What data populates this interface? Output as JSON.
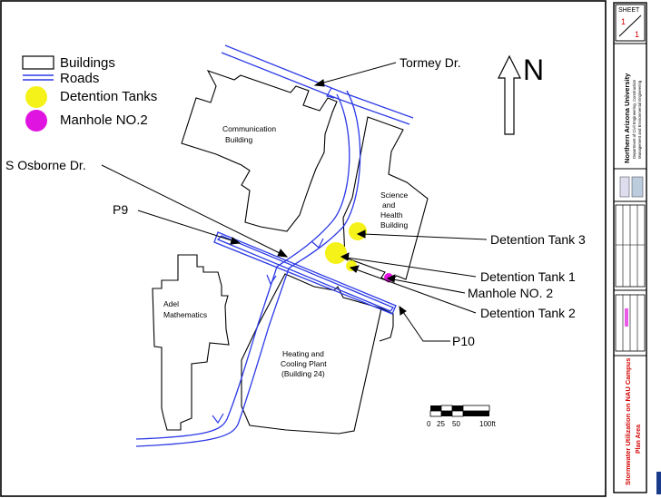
{
  "legend": {
    "buildings": "Buildings",
    "roads": "Roads",
    "detention_tanks": "Detention Tanks",
    "manhole": "Manhole NO.2"
  },
  "labels": {
    "tormey": "Tormey Dr.",
    "osborne": "S Osborne Dr.",
    "p9": "P9",
    "p10": "P10",
    "tank3": "Detention Tank 3",
    "tank1": "Detention Tank 1",
    "manhole2": "Manhole NO. 2",
    "tank2": "Detention Tank 2"
  },
  "buildings": {
    "communication": [
      "Communication",
      "Building"
    ],
    "science": [
      "Science",
      "and",
      "Health",
      "Building"
    ],
    "adel": [
      "Adel",
      "Mathematics"
    ],
    "heating": [
      "Heating and",
      "Cooling Plant",
      "(Building 24)"
    ]
  },
  "north": "N",
  "scale_bar": {
    "ticks": [
      "0",
      "25",
      "50",
      "100ft"
    ]
  },
  "title_block": {
    "sheet_label": "SHEET",
    "sheet_number": "1",
    "sheet_total": "1",
    "university": "Northern Arizona University",
    "department_line1": "Department of Civil Engineering, Construction",
    "department_line2": "Management and Environmental Engineering",
    "project_title": "Stormwater Utilization on NAU Campus",
    "subtitle": "Plan Area"
  },
  "colors": {
    "road": "#2b39e6",
    "tank": "#f5f21a",
    "manhole": "#e014e0",
    "red_text": "#d40000"
  }
}
